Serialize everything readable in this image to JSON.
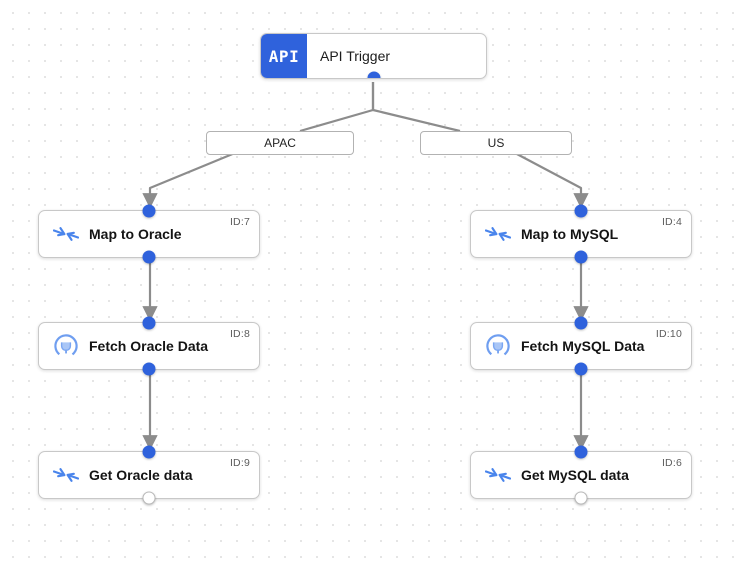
{
  "canvas": {
    "background_color": "#ffffff",
    "dot_color": "#e3e3e3",
    "accent_color": "#2f62dc",
    "edge_color": "#8c8c8c"
  },
  "trigger": {
    "badge_text": "API",
    "title": "API Trigger",
    "icon": "api-badge-icon"
  },
  "branches": [
    {
      "label": "APAC"
    },
    {
      "label": "US"
    }
  ],
  "nodes": [
    {
      "label": "Map to Oracle",
      "id_text": "ID:7",
      "icon": "merge-arrows-icon",
      "in_port": "filled",
      "out_port": "filled"
    },
    {
      "label": "Fetch Oracle Data",
      "id_text": "ID:8",
      "icon": "plug-circle-icon",
      "in_port": "filled",
      "out_port": "filled"
    },
    {
      "label": "Get Oracle data",
      "id_text": "ID:9",
      "icon": "merge-arrows-icon",
      "in_port": "filled",
      "out_port": "hollow"
    },
    {
      "label": "Map to MySQL",
      "id_text": "ID:4",
      "icon": "merge-arrows-icon",
      "in_port": "filled",
      "out_port": "filled"
    },
    {
      "label": "Fetch MySQL Data",
      "id_text": "ID:10",
      "icon": "plug-circle-icon",
      "in_port": "filled",
      "out_port": "filled"
    },
    {
      "label": "Get MySQL data",
      "id_text": "ID:6",
      "icon": "merge-arrows-icon",
      "in_port": "filled",
      "out_port": "hollow"
    }
  ]
}
